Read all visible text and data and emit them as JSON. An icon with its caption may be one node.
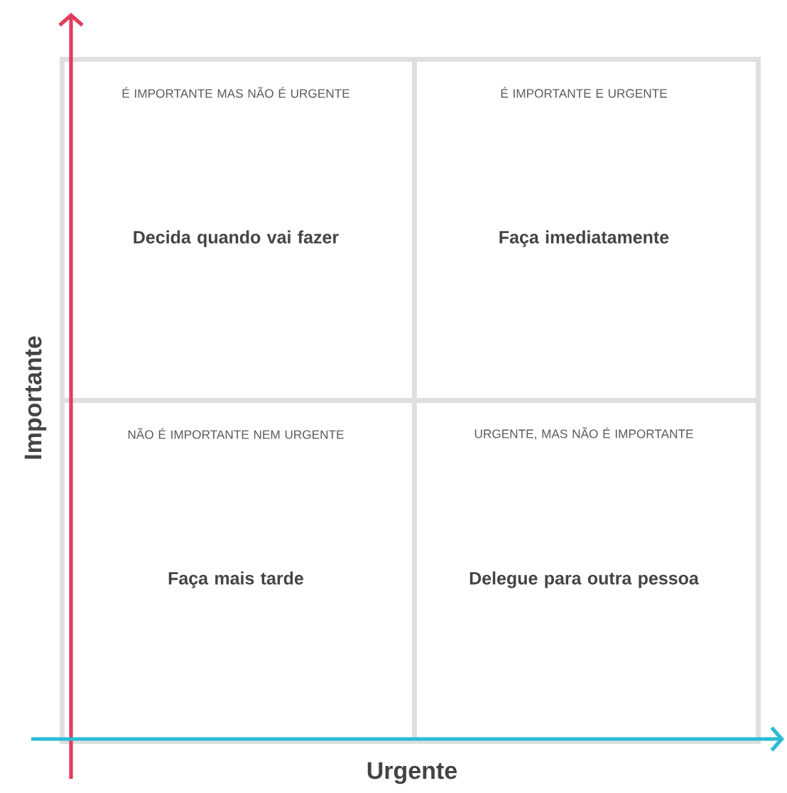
{
  "diagram": {
    "nodes": [
      {
        "text": [
          "É IMPORTANTE MAS NÃO É URGENTE",
          "Decida quando vai fazer"
        ]
      },
      {
        "text": [
          "É IMPORTANTE E URGENTE",
          "Faça imediatamente"
        ]
      },
      {
        "text": [
          "NÃO É IMPORTANTE NEM URGENTE",
          "Faça mais tarde"
        ]
      },
      {
        "text": [
          "URGENTE, MAS NÃO É IMPORTANTE",
          "Delegue para outra pessoa"
        ]
      }
    ],
    "labels": [
      "Importante",
      "Urgente"
    ]
  }
}
